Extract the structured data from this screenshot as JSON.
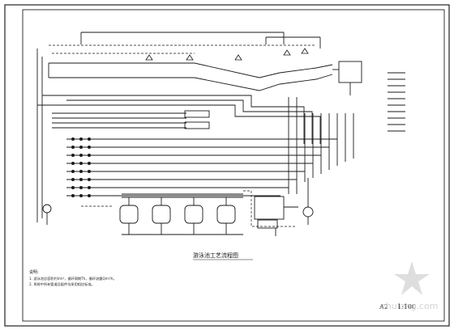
{
  "drawing": {
    "title": "游泳池工艺流程图",
    "sheet_size": "A2",
    "scale": "1:100",
    "notes_label": "说明:",
    "note_1": "1. 游泳池总容积约Vm³，循环周期Th，循环流量Qm³/h。",
    "note_2": "2. 系统中所有管道及配件均采用相应标准。",
    "watermark": "zhulong.com"
  },
  "colors": {
    "line": "#1a1a1a",
    "background": "#ffffff",
    "watermark": "#cfcfcf"
  }
}
